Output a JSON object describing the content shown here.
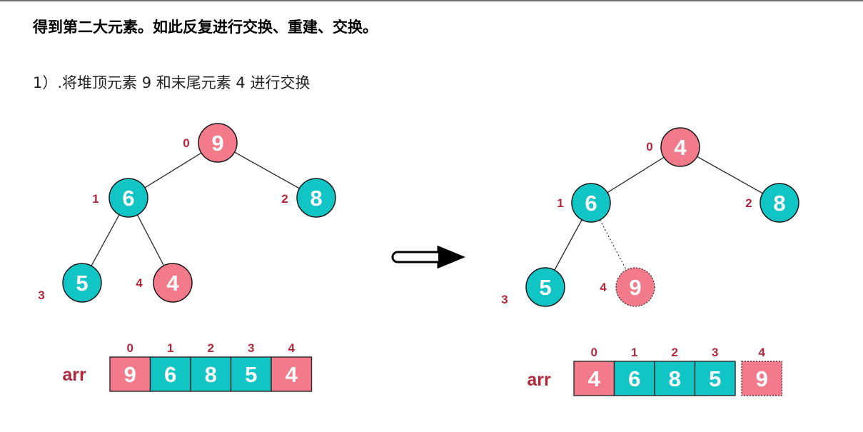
{
  "heading": "得到第二大元素。如此反复进行交换、重建、交换。",
  "step": "1）.将堆顶元素 9 和末尾元素 4 进行交换",
  "colors": {
    "pink": "#f37a8a",
    "teal": "#12c5c5",
    "index_red": "#b0283c",
    "edge": "#333333"
  },
  "icons": {
    "arrow": "hollow-shaft-arrow-icon"
  },
  "before": {
    "nodes": [
      {
        "index": "0",
        "value": "9",
        "color": "pink",
        "dotted": false
      },
      {
        "index": "1",
        "value": "6",
        "color": "teal",
        "dotted": false
      },
      {
        "index": "2",
        "value": "8",
        "color": "teal",
        "dotted": false
      },
      {
        "index": "3",
        "value": "5",
        "color": "teal",
        "dotted": false
      },
      {
        "index": "4",
        "value": "4",
        "color": "pink",
        "dotted": false
      }
    ],
    "array_label": "arr",
    "array": [
      {
        "index": "0",
        "value": "9",
        "color": "pink",
        "dotted": false
      },
      {
        "index": "1",
        "value": "6",
        "color": "teal",
        "dotted": false
      },
      {
        "index": "2",
        "value": "8",
        "color": "teal",
        "dotted": false
      },
      {
        "index": "3",
        "value": "5",
        "color": "teal",
        "dotted": false
      },
      {
        "index": "4",
        "value": "4",
        "color": "pink",
        "dotted": false
      }
    ]
  },
  "after": {
    "nodes": [
      {
        "index": "0",
        "value": "4",
        "color": "pink",
        "dotted": false
      },
      {
        "index": "1",
        "value": "6",
        "color": "teal",
        "dotted": false
      },
      {
        "index": "2",
        "value": "8",
        "color": "teal",
        "dotted": false
      },
      {
        "index": "3",
        "value": "5",
        "color": "teal",
        "dotted": false
      },
      {
        "index": "4",
        "value": "9",
        "color": "pink",
        "dotted": true
      }
    ],
    "array_label": "arr",
    "array": [
      {
        "index": "0",
        "value": "4",
        "color": "pink",
        "dotted": false
      },
      {
        "index": "1",
        "value": "6",
        "color": "teal",
        "dotted": false
      },
      {
        "index": "2",
        "value": "8",
        "color": "teal",
        "dotted": false
      },
      {
        "index": "3",
        "value": "5",
        "color": "teal",
        "dotted": false
      },
      {
        "index": "4",
        "value": "9",
        "color": "pink",
        "dotted": true
      }
    ]
  }
}
